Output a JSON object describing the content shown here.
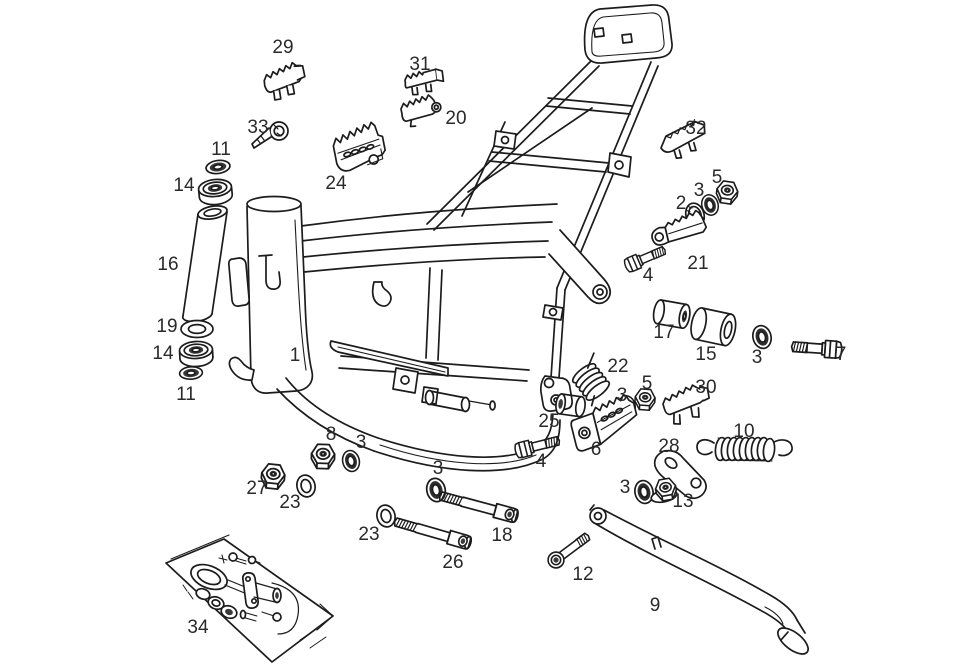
{
  "diagram": {
    "kind": "exploded-parts-diagram",
    "subject": "frame assembly with footrests and side stand",
    "background_color": "#ffffff",
    "line_color": "#1c1c1c",
    "label_color": "#2a2a2a",
    "label_font_size": 19
  },
  "labels": [
    {
      "num": "29"
    },
    {
      "num": "31"
    },
    {
      "num": "20"
    },
    {
      "num": "33"
    },
    {
      "num": "11"
    },
    {
      "num": "14"
    },
    {
      "num": "24"
    },
    {
      "num": "32"
    },
    {
      "num": "5"
    },
    {
      "num": "3"
    },
    {
      "num": "2"
    },
    {
      "num": "21"
    },
    {
      "num": "4"
    },
    {
      "num": "16"
    },
    {
      "num": "19"
    },
    {
      "num": "14"
    },
    {
      "num": "11"
    },
    {
      "num": "1"
    },
    {
      "num": "17"
    },
    {
      "num": "15"
    },
    {
      "num": "3"
    },
    {
      "num": "7"
    },
    {
      "num": "22"
    },
    {
      "num": "25"
    },
    {
      "num": "5"
    },
    {
      "num": "3"
    },
    {
      "num": "30"
    },
    {
      "num": "6"
    },
    {
      "num": "10"
    },
    {
      "num": "28"
    },
    {
      "num": "8"
    },
    {
      "num": "3"
    },
    {
      "num": "27"
    },
    {
      "num": "23"
    },
    {
      "num": "4"
    },
    {
      "num": "3"
    },
    {
      "num": "3"
    },
    {
      "num": "13"
    },
    {
      "num": "23"
    },
    {
      "num": "26"
    },
    {
      "num": "18"
    },
    {
      "num": "12"
    },
    {
      "num": "9"
    },
    {
      "num": "34"
    }
  ]
}
